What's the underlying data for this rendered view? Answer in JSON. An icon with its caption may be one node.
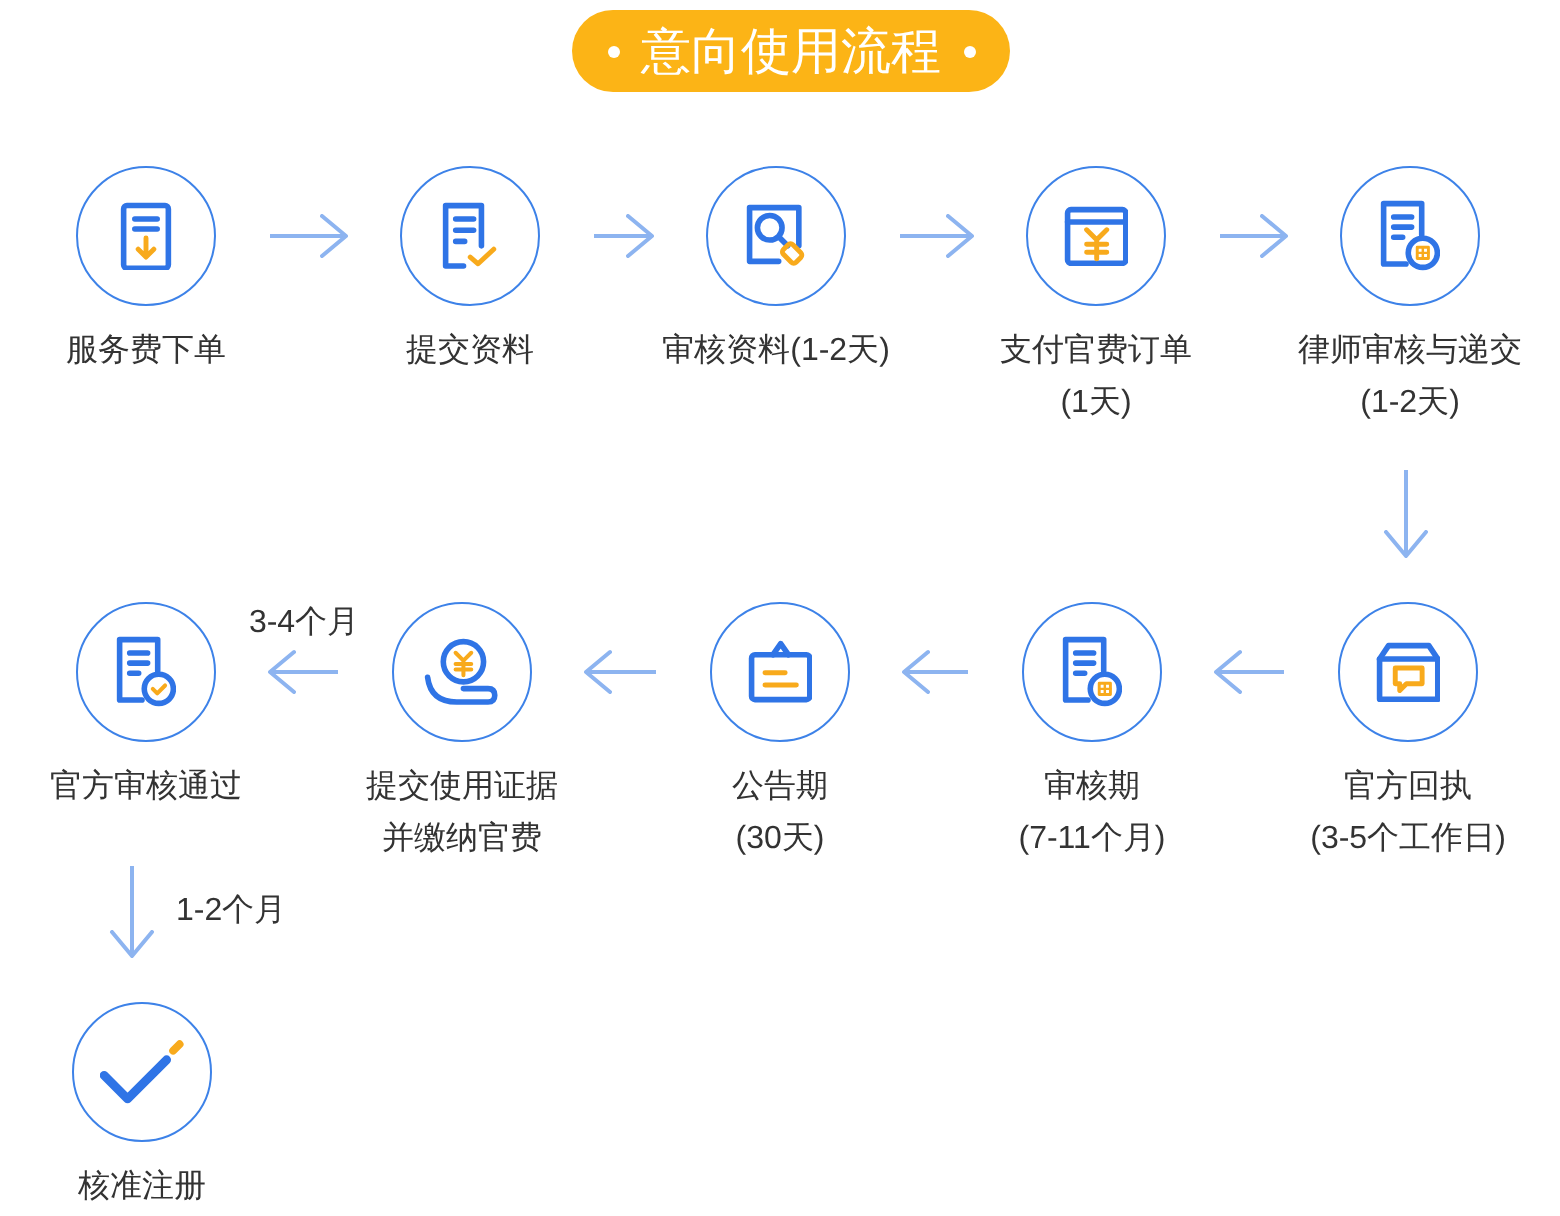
{
  "diagram": {
    "title": "意向使用流程",
    "nodes": [
      {
        "text": [
          "服务费下单"
        ]
      },
      {
        "text": [
          "提交资料"
        ]
      },
      {
        "text": [
          "审核资料(1-2天)"
        ]
      },
      {
        "text": [
          "支付官费订单 (1天)"
        ]
      },
      {
        "text": [
          "律师审核与递交 (1-2天)"
        ]
      },
      {
        "text": [
          "官方回执 (3-5个工作日)"
        ]
      },
      {
        "text": [
          "审核期 (7-11个月)"
        ]
      },
      {
        "text": [
          "公告期 (30天)"
        ]
      },
      {
        "text": [
          "提交使用证据并缴纳官费"
        ]
      },
      {
        "text": [
          "官方审核通过"
        ]
      },
      {
        "text": [
          "核准注册"
        ]
      }
    ],
    "edges": [
      {
        "from": 0,
        "to": 1,
        "arrow": "to"
      },
      {
        "from": 1,
        "to": 2,
        "arrow": "to"
      },
      {
        "from": 2,
        "to": 3,
        "arrow": "to"
      },
      {
        "from": 3,
        "to": 4,
        "arrow": "to"
      },
      {
        "from": 4,
        "to": 5,
        "arrow": "to"
      },
      {
        "from": 5,
        "to": 6,
        "arrow": "to"
      },
      {
        "from": 6,
        "to": 7,
        "arrow": "to"
      },
      {
        "from": 7,
        "to": 8,
        "arrow": "to"
      },
      {
        "from": 8,
        "to": 9,
        "arrow": "to",
        "label": "3-4个月"
      },
      {
        "from": 9,
        "to": 10,
        "arrow": "to",
        "label": "1-2个月"
      }
    ]
  }
}
